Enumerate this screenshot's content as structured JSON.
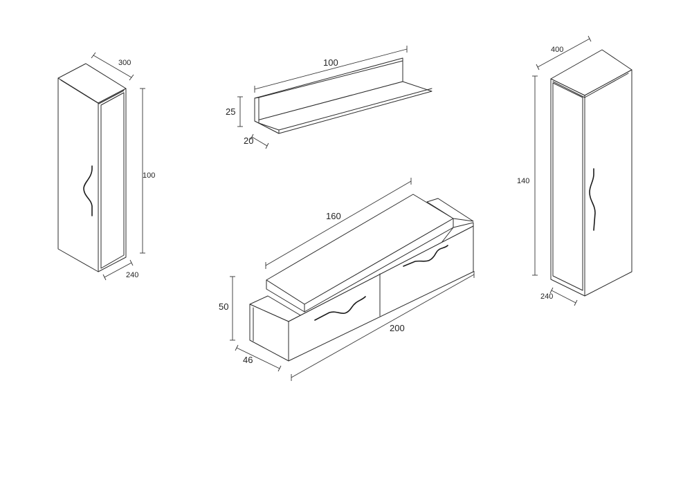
{
  "left_cabinet": {
    "width": "300",
    "height": "100",
    "depth": "240"
  },
  "wall_shelf": {
    "length": "100",
    "height": "25",
    "depth": "20"
  },
  "tv_unit": {
    "top_length": "160",
    "height": "50",
    "length": "200",
    "depth": "46"
  },
  "right_cabinet": {
    "width": "400",
    "height": "140",
    "depth": "240"
  }
}
